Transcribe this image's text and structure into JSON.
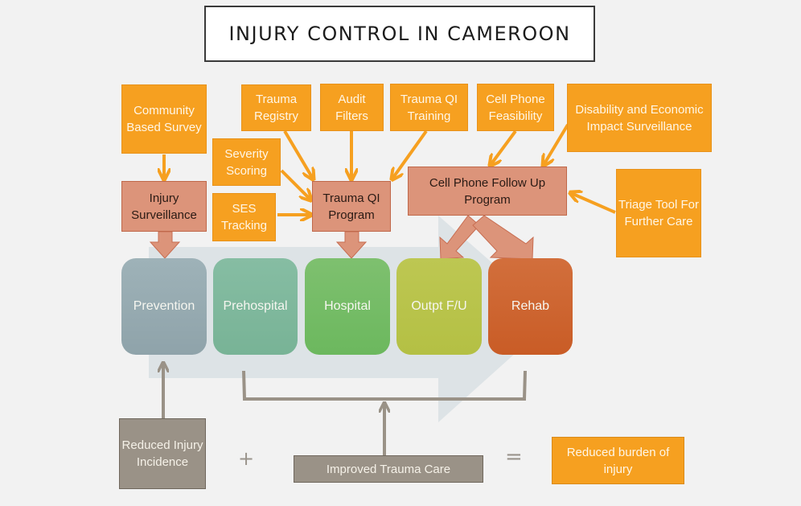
{
  "title": "INJURY CONTROL IN CAMEROON",
  "inputs": {
    "community_based_survey": "Community Based Survey",
    "trauma_registry": "Trauma Registry",
    "audit_filters": "Audit Filters",
    "trauma_qi_training": "Trauma QI Training",
    "cell_phone_feasibility": "Cell Phone Feasibility",
    "disability_economic_impact": "Disability and Economic Impact Surveillance",
    "severity_scoring": "Severity Scoring",
    "ses_tracking": "SES Tracking",
    "triage_tool": "Triage Tool For Further Care"
  },
  "programs": {
    "injury_surveillance": "Injury Surveillance",
    "trauma_qi_program": "Trauma QI Program",
    "cell_phone_follow_up": "Cell Phone Follow Up Program"
  },
  "stages": [
    {
      "label": "Prevention",
      "color": "#93a7ae"
    },
    {
      "label": "Prehospital",
      "color": "#7db89c"
    },
    {
      "label": "Hospital",
      "color": "#72bb65"
    },
    {
      "label": "Outpt F/U",
      "color": "#b8c448"
    },
    {
      "label": "Rehab",
      "color": "#cf6430"
    }
  ],
  "outcomes": {
    "reduced_injury_incidence": "Reduced Injury Incidence",
    "plus": "+",
    "improved_trauma_care": "Improved Trauma Care",
    "equals": "=",
    "reduced_burden": "Reduced burden of injury"
  },
  "colors": {
    "input_box": "#f6a020",
    "program_box": "#dc947a",
    "outcome_box": "#9a9287",
    "connector_orange": "#f6a020",
    "connector_salmon": "#dc947a",
    "connector_grey": "#9a9287",
    "flow_arrow": "#dde3e6"
  }
}
